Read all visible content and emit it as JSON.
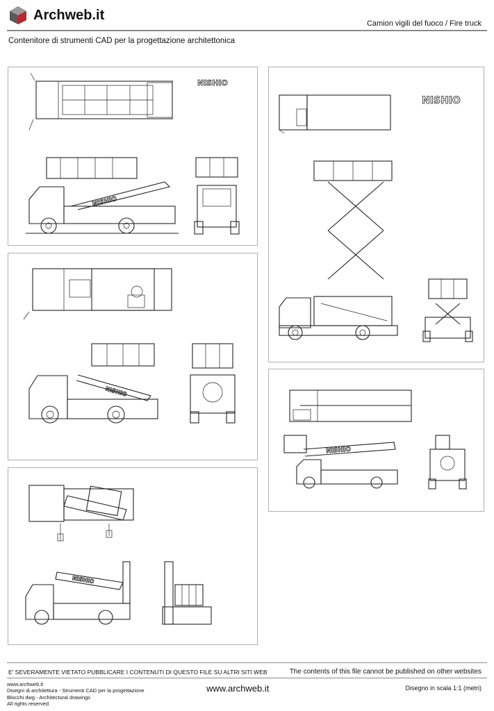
{
  "header": {
    "brand": "Archweb.it",
    "doc_title": "Camion vigili del fuoco  /  Fire truck",
    "subtitle": "Contenitore di strumenti CAD per la progettazione architettonica"
  },
  "drawing": {
    "brand_marking": "NISHIO",
    "panels": [
      {
        "id": "panel-1",
        "views": [
          "top-view",
          "side-view",
          "rear-view"
        ]
      },
      {
        "id": "panel-2",
        "views": [
          "top-view",
          "side-view",
          "rear-view"
        ]
      },
      {
        "id": "panel-3",
        "views": [
          "top-view",
          "side-view",
          "rear-view"
        ]
      },
      {
        "id": "panel-4",
        "views": [
          "top-view",
          "side-view",
          "rear-view"
        ]
      },
      {
        "id": "panel-5",
        "views": [
          "top-view",
          "side-view",
          "rear-view"
        ]
      }
    ]
  },
  "footer": {
    "warning_it": "E' SEVERAMENTE VIETATO PUBBLICARE I CONTENUTI DI QUESTO FILE SU ALTRI SITI WEB",
    "warning_en": "The contents of this file cannot be published on other websites",
    "left_lines": [
      "www.archweb.it",
      "Disegni di architettura - Strumenti CAD  per la progettazione",
      "Blocchi dwg - Architectural drawings",
      "All rights reserved"
    ],
    "center": "www.archweb.it",
    "scale": "Disegno in scala 1:1 (metri)"
  }
}
